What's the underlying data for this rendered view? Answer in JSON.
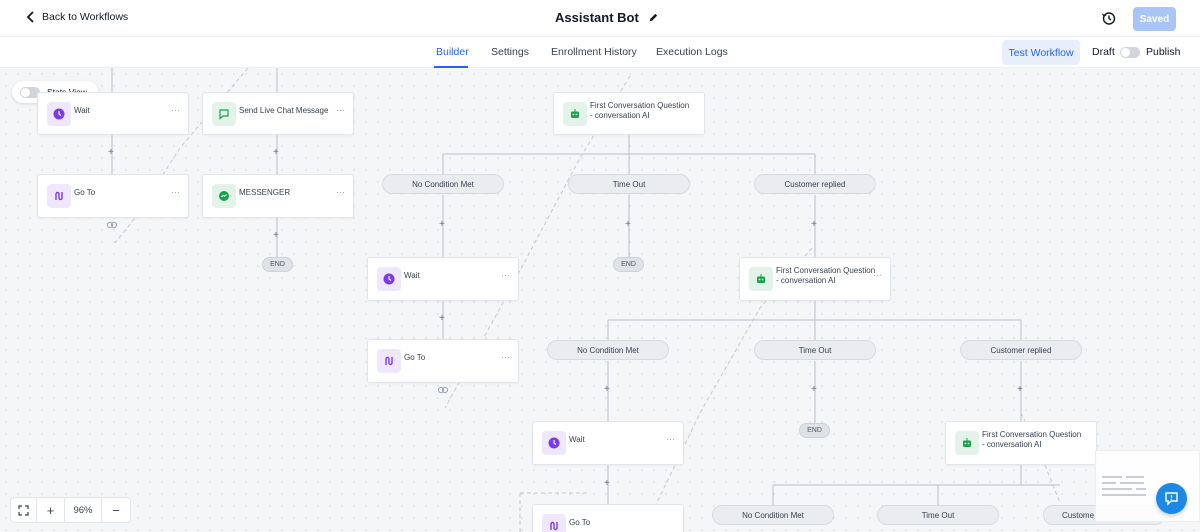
{
  "header": {
    "back_label": "Back to Workflows",
    "title": "Assistant Bot",
    "saved_label": "Saved",
    "icons": {
      "back": "chevron-left-icon",
      "edit": "pencil-icon",
      "history": "history-icon"
    }
  },
  "tabs": [
    {
      "label": "Builder",
      "active": true
    },
    {
      "label": "Settings",
      "active": false
    },
    {
      "label": "Enrollment History",
      "active": false
    },
    {
      "label": "Execution Logs",
      "active": false
    }
  ],
  "actions": {
    "test_label": "Test Workflow",
    "draft_label": "Draft",
    "publish_label": "Publish"
  },
  "canvas": {
    "stats_view_label": "Stats View",
    "zoom_level": "96%",
    "zoom_in": "+",
    "zoom_out": "−",
    "nodes": {
      "wait_a": "Wait",
      "goto_a": "Go To",
      "live_chat": "Send Live Chat Message",
      "messenger": "MESSENGER",
      "fcq_1_line1": "First Conversation Question",
      "fcq_1_line2": "- conversation AI",
      "wait_b": "Wait",
      "goto_b": "Go To",
      "fcq_2_line1": "First Conversation Question",
      "fcq_2_line2": "- conversation AI",
      "wait_c": "Wait",
      "goto_c": "Go To",
      "fcq_3_line1": "First Conversation Question",
      "fcq_3_line2": "- conversation AI"
    },
    "branches": {
      "l1_no_condition": "No Condition Met",
      "l1_time_out": "Time Out",
      "l1_customer": "Customer replied",
      "l2_no_condition": "No Condition Met",
      "l2_time_out": "Time Out",
      "l2_customer": "Customer replied",
      "l3_no_condition": "No Condition Met",
      "l3_time_out": "Time Out",
      "l3_customer": "Custome"
    },
    "end_label": "END",
    "plus": "+",
    "more": "···"
  },
  "colors": {
    "accent": "#2563eb",
    "saved_btn": "#a9c5f8",
    "wait_icon": "#7c3aed",
    "ai_icon": "#16a34a",
    "chat_button": "#1e88e5"
  }
}
